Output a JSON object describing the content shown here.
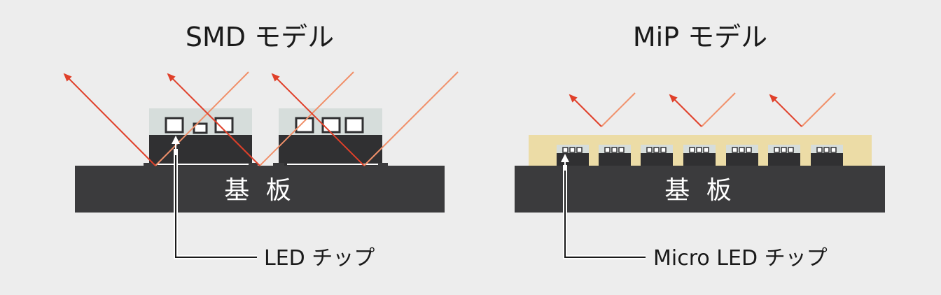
{
  "panels": [
    {
      "title": "SMD モデル",
      "substrate_label": "基 板",
      "chip_label": "LED チップ"
    },
    {
      "title": "MiP モデル",
      "substrate_label": "基 板",
      "chip_label": "Micro LED チップ"
    }
  ],
  "colors": {
    "background": "#ededed",
    "substrate": "#3b3b3d",
    "package_dark": "#303032",
    "package_cap": "#d6dddb",
    "encapsulant": "#ecdca6",
    "ray_incident": "#f0906a",
    "ray_reflected": "#e0402a",
    "callout_line": "#1a1a1a"
  }
}
